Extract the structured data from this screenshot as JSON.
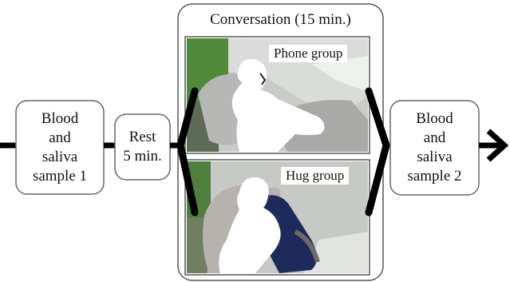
{
  "flow": {
    "step1": {
      "line1": "Blood",
      "line2": "and",
      "line3": "saliva",
      "line4": "sample 1"
    },
    "rest": {
      "line1": "Rest",
      "line2": "5 min."
    },
    "conversation": {
      "title": "Conversation (15 min.)"
    },
    "phone_group": {
      "label": "Phone group"
    },
    "hug_group": {
      "label": "Hug group"
    },
    "step2": {
      "line1": "Blood",
      "line2": "and",
      "line3": "saliva",
      "line4": "sample 2"
    }
  },
  "colors": {
    "line": "#000000",
    "box_border": "#666666",
    "photo_wall": "#c9ccc7",
    "silhouette": "#ffffff",
    "sofa": "#b8b6b4",
    "pillow": "#1f2a5c"
  }
}
